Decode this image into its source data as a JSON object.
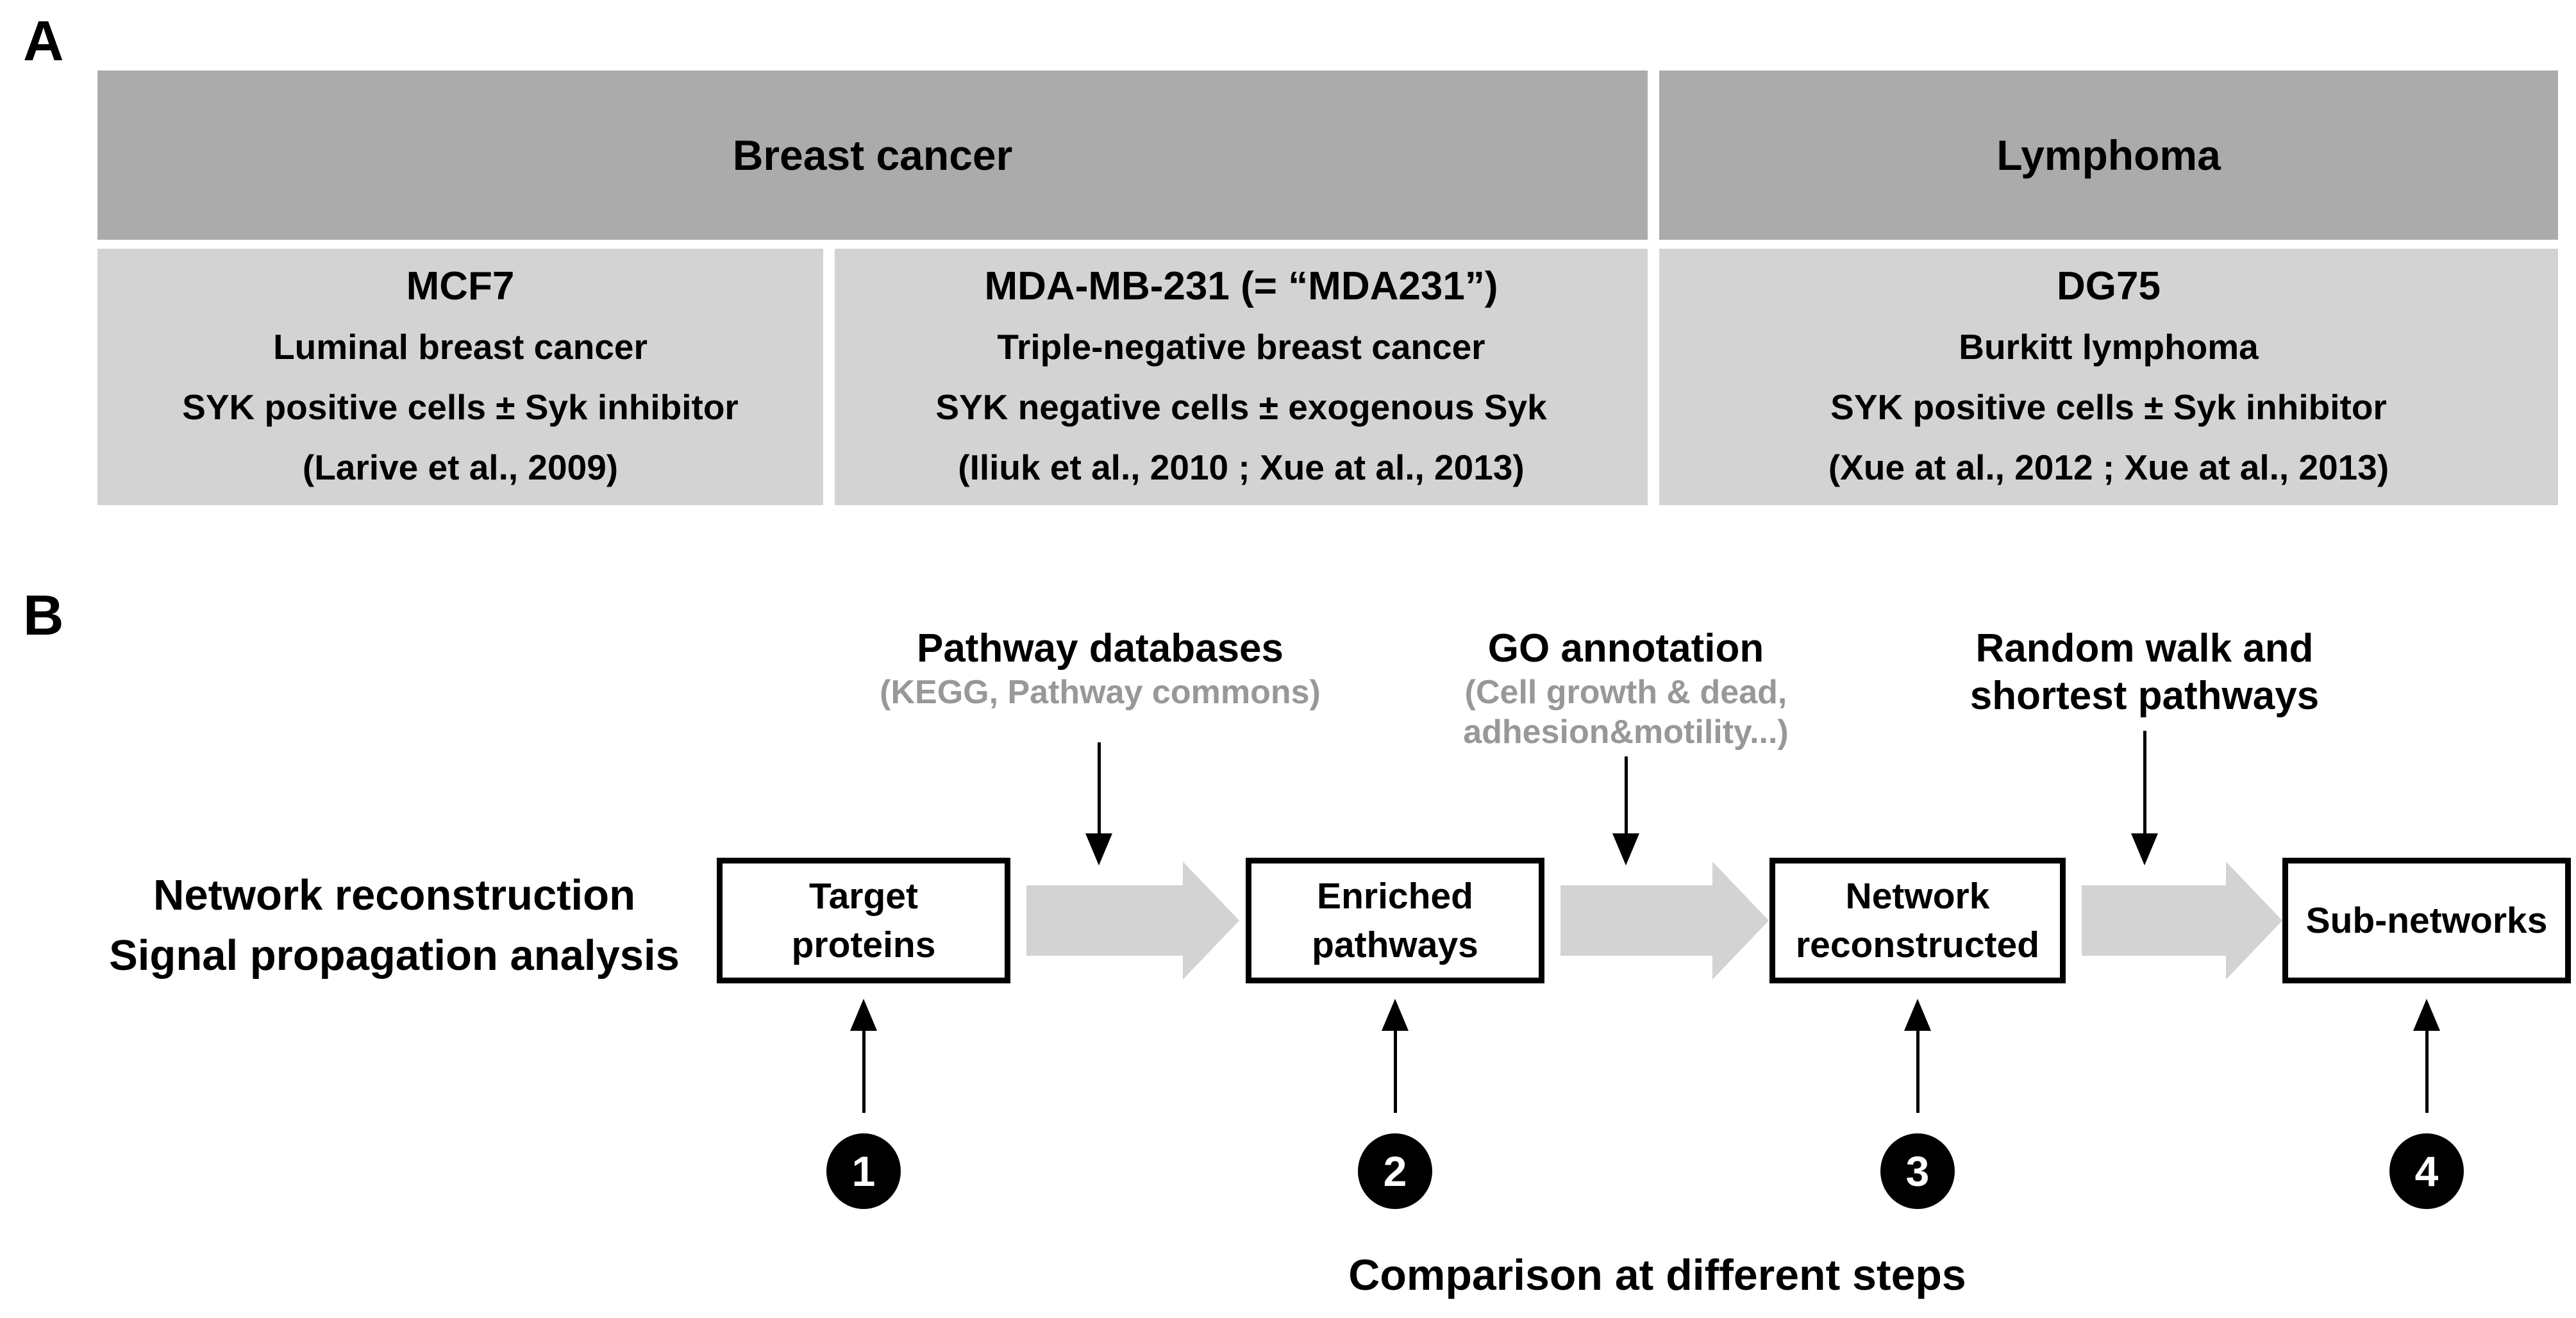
{
  "colors": {
    "table_header_bg": "#ababab",
    "table_cell_bg": "#d3d3d3",
    "flow_arrow_gray": "#d3d3d3",
    "subtitle_gray": "#989898",
    "text_black": "#000000",
    "background": "#ffffff"
  },
  "panelA": {
    "label": "A",
    "header": {
      "breast": "Breast cancer",
      "lymphoma": "Lymphoma"
    },
    "cells": [
      {
        "name": "MCF7",
        "line1": "Luminal breast cancer",
        "line2": "SYK positive cells ± Syk inhibitor",
        "line3": "(Larive et al., 2009)"
      },
      {
        "name": "MDA-MB-231 (= “MDA231”)",
        "line1": "Triple-negative breast cancer",
        "line2": "SYK negative cells ± exogenous Syk",
        "line3": "(Iliuk et al., 2010 ; Xue at al., 2013)"
      },
      {
        "name": "DG75",
        "line1": "Burkitt lymphoma",
        "line2": "SYK positive cells ± Syk inhibitor",
        "line3": "(Xue at al., 2012 ; Xue at al., 2013)"
      }
    ]
  },
  "panelB": {
    "label": "B",
    "left_label": {
      "line1": "Network reconstruction",
      "line2": "Signal propagation analysis"
    },
    "annotations": [
      {
        "title1": "Pathway databases",
        "sub1": "(KEGG, Pathway commons)"
      },
      {
        "title1": "GO annotation",
        "sub1": "(Cell growth & dead,",
        "sub2": "adhesion&motility...)"
      },
      {
        "title1": "Random walk and",
        "title2": "shortest pathways"
      }
    ],
    "boxes": [
      {
        "line1": "Target",
        "line2": "proteins"
      },
      {
        "line1": "Enriched",
        "line2": "pathways"
      },
      {
        "line1": "Network",
        "line2": "reconstructed"
      },
      {
        "line1": "Sub-networks"
      }
    ],
    "steps": [
      "1",
      "2",
      "3",
      "4"
    ],
    "caption": "Comparison at different steps"
  }
}
